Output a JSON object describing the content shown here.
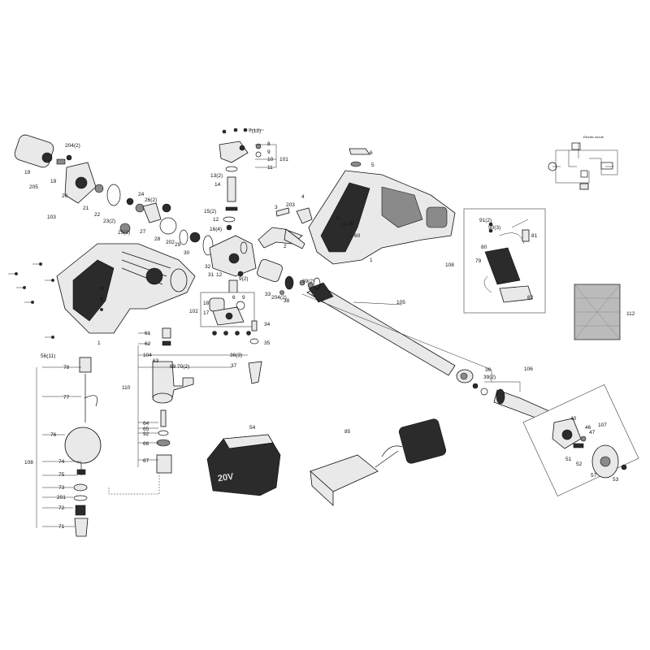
{
  "circuit": {
    "title": "Electric circuit"
  },
  "labels": {
    "p1": "1",
    "p2": "2",
    "p3": "3",
    "p4": "4",
    "p5": "5",
    "p6": "6",
    "p8": "8",
    "p9": "9",
    "p10": "10",
    "p11": "11",
    "p7_12": "7(12)",
    "p12": "12",
    "p13_2": "13(2)",
    "p14": "14",
    "p15_2": "15(2)",
    "p16_4": "16(4)",
    "p17": "17",
    "p18": "18",
    "p19": "19",
    "p20": "20",
    "p21": "21",
    "p22": "22",
    "p23_2": "23(2)",
    "p24": "24",
    "p25_2": "25(2)",
    "p26_2": "26(2)",
    "p27": "27",
    "p28": "28",
    "p29": "29",
    "p30": "30",
    "p31": "31",
    "p32": "32",
    "p33": "33",
    "p34": "34",
    "p35": "35",
    "p36": "36",
    "p36_3": "36(3)",
    "p36b": "36",
    "p37": "37",
    "p38": "38",
    "p39_2": "39(2)",
    "p39b": "39(2)",
    "p40": "40",
    "p46": "46",
    "p47": "47",
    "p51": "51",
    "p52": "52",
    "p53": "53",
    "p54": "54",
    "p56_11": "56(11)",
    "p57": "57",
    "p60": "60",
    "p61": "61",
    "p62": "62",
    "p63": "63",
    "p64": "64",
    "p65": "65",
    "p66": "66",
    "p67": "67",
    "p69": "69",
    "p70_2": "70(2)",
    "p71": "71",
    "p72": "72",
    "p73": "73",
    "p74": "74",
    "p75": "75",
    "p76": "76",
    "p77": "77",
    "p78": "78",
    "p79": "79",
    "p80": "80",
    "p81": "81",
    "p82": "82",
    "p85": "85",
    "p90_3": "90(3)",
    "p91_2": "91(2)",
    "p92": "92",
    "p101": "101",
    "p102": "102",
    "p103": "103",
    "p104": "104",
    "p105": "105",
    "p106": "106",
    "p107": "107",
    "p108": "108",
    "p108b": "108",
    "p110": "110",
    "p112": "112",
    "p201": "201",
    "p202": "202",
    "p203": "203",
    "p204_2": "204(2)",
    "p204_2b": "204(2)",
    "p205": "205",
    "p9_2": "9(2)",
    "p12b": "12"
  },
  "battery_text": "20V"
}
